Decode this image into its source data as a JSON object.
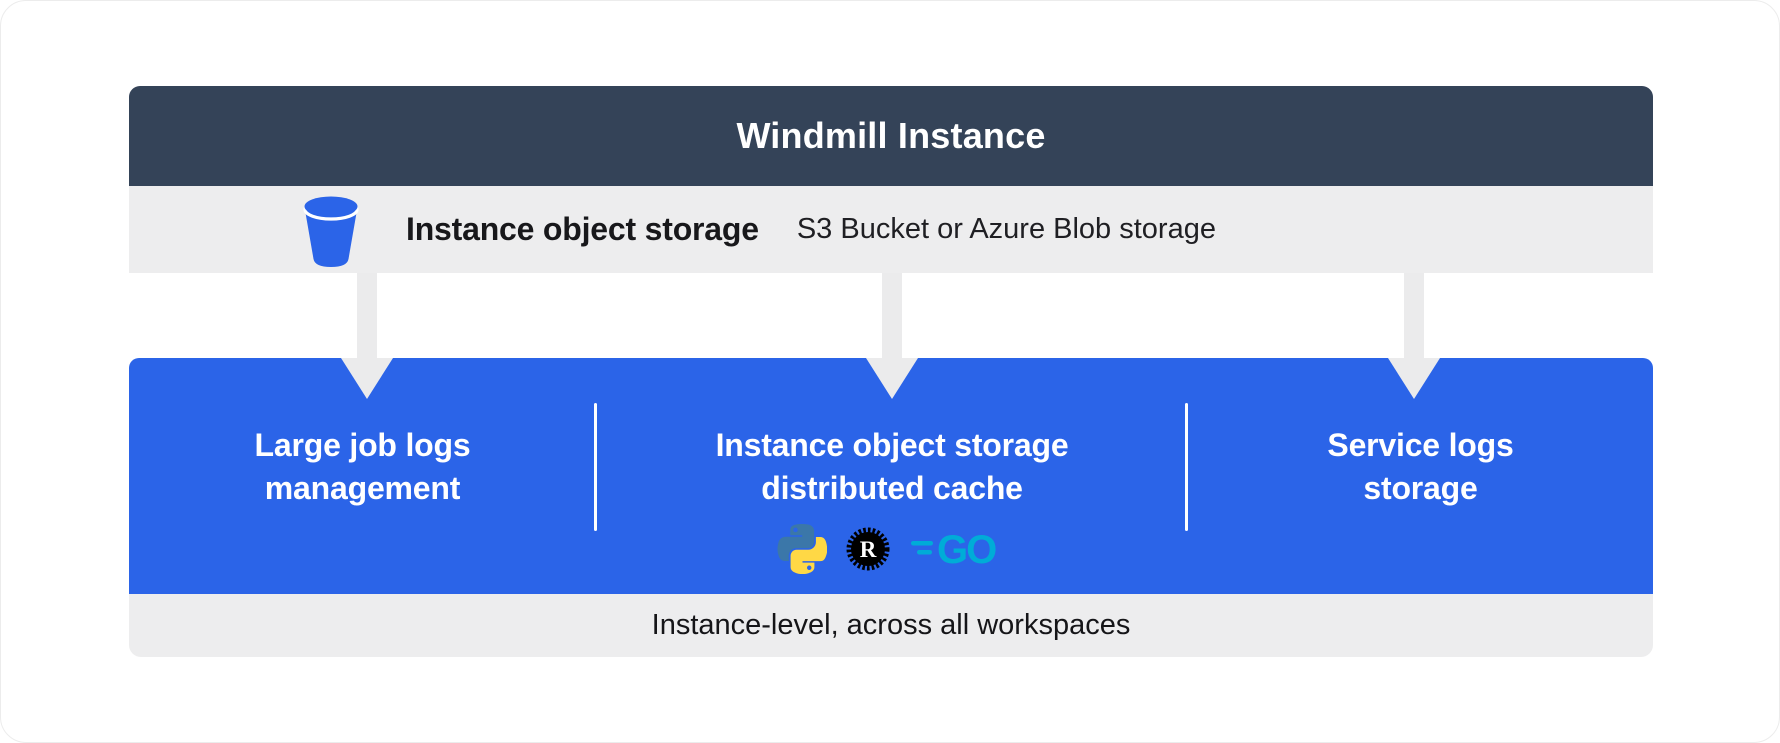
{
  "header": {
    "title": "Windmill Instance"
  },
  "storage_row": {
    "icon": "bucket-icon",
    "title": "Instance object storage",
    "subtitle": "S3 Bucket or Azure Blob storage"
  },
  "main": {
    "sections": [
      {
        "id": "large-job-logs",
        "line1": "Large job logs",
        "line2": "management"
      },
      {
        "id": "distributed-cache",
        "line1": "Instance object storage",
        "line2": "distributed cache",
        "languages": [
          {
            "name": "python-icon"
          },
          {
            "name": "rust-icon",
            "letter": "R"
          },
          {
            "name": "go-icon",
            "text": "GO"
          }
        ]
      },
      {
        "id": "service-logs",
        "line1": "Service logs",
        "line2": "storage"
      }
    ]
  },
  "footer": {
    "label": "Instance-level, across all workspaces"
  },
  "colors": {
    "dark": "#344358",
    "blue": "#2b64e8",
    "gray": "#ededee",
    "arrow": "#ebebec",
    "white": "#ffffff",
    "text-dark": "#18181b",
    "python-blue": "#3b77a9",
    "python-yellow": "#ffd845",
    "rust-black": "#000000",
    "go-teal": "#00acd7"
  }
}
